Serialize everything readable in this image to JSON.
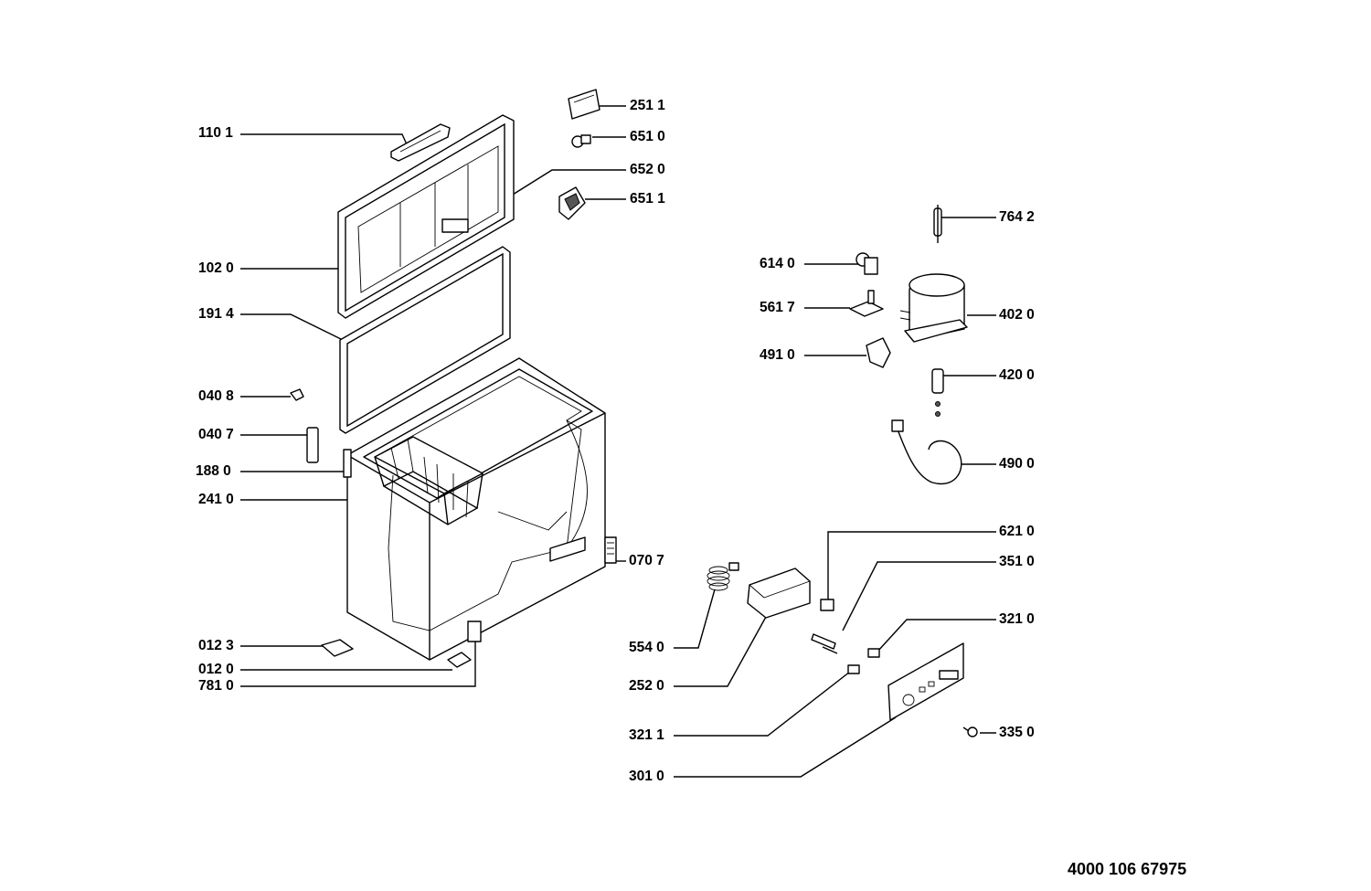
{
  "document_number": "4000 106 67975",
  "parts": {
    "p1101": "110 1",
    "p1020": "102 0",
    "p1914": "191 4",
    "p0408": "040 8",
    "p0407": "040 7",
    "p1880": "188 0",
    "p2410": "241 0",
    "p0123": "012 3",
    "p0120": "012 0",
    "p7810": "781 0",
    "p2511": "251 1",
    "p6510": "651 0",
    "p6520": "652 0",
    "p6511": "651 1",
    "p0707": "070 7",
    "p7642": "764 2",
    "p6140": "614 0",
    "p5617": "561 7",
    "p4910": "491 0",
    "p4020": "402 0",
    "p4200": "420 0",
    "p4900": "490 0",
    "p6210": "621 0",
    "p3510": "351 0",
    "p3210": "321 0",
    "p5540": "554 0",
    "p2520": "252 0",
    "p3211": "321 1",
    "p3010": "301 0",
    "p3350": "335 0"
  }
}
